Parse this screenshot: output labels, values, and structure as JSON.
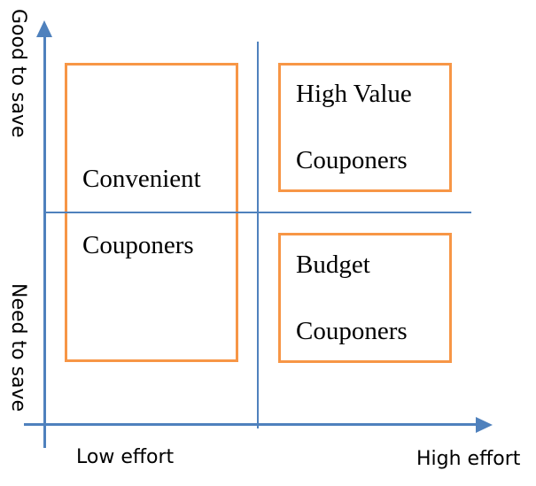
{
  "colors": {
    "axis_blue": "#4f81bd",
    "box_orange": "#f79646",
    "label_text": "#000000",
    "background": "#ffffff"
  },
  "axes": {
    "y_top_label": "Good to save",
    "y_bottom_label": "Need to save",
    "x_left_label": "Low effort",
    "x_right_label": "High effort"
  },
  "quadrant_boxes": [
    {
      "name": "convenient-couponers",
      "line1": "Convenient",
      "line2": "Couponers"
    },
    {
      "name": "high-value-couponers",
      "line1": "High Value",
      "line2": "Couponers"
    },
    {
      "name": "budget-couponers",
      "line1": "Budget",
      "line2": "Couponers"
    }
  ]
}
